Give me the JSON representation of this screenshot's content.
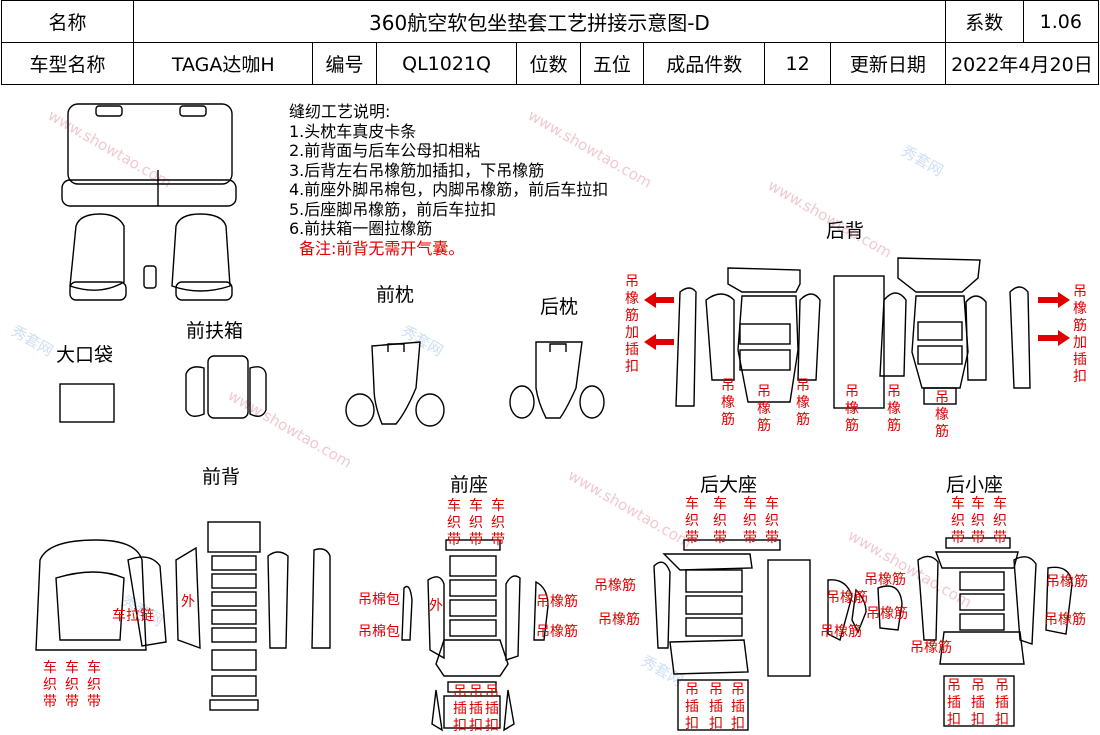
{
  "header": {
    "row1": {
      "name_label": "名称",
      "title": "360航空软包坐垫套工艺拼接示意图-D",
      "coef_label": "系数",
      "coef_value": "1.06"
    },
    "row2": {
      "model_label": "车型名称",
      "model_value": "TAGA达咖H",
      "code_label": "编号",
      "code_value": "QL1021Q",
      "seat_label": "位数",
      "seat_value": "五位",
      "pieces_label": "成品件数",
      "pieces_value": "12",
      "date_label": "更新日期",
      "date_value": "2022年4月20日"
    }
  },
  "notes": {
    "title": "缝纫工艺说明:",
    "items": [
      "1.头枕车真皮卡条",
      "2.前背面与后车公母扣相粘",
      "3.后背左右吊橡筋加插扣，下吊橡筋",
      "4.前座外脚吊棉包，内脚吊橡筋，前后车拉扣",
      "5.后座脚吊橡筋，前后车拉扣",
      "6.前扶箱一圈拉橡筋"
    ],
    "remark": "备注:前背无需开气囊。"
  },
  "sections": {
    "big_pocket": "大口袋",
    "front_armrest": "前扶箱",
    "front_pillow": "前枕",
    "rear_pillow": "后枕",
    "rear_back": "后背",
    "front_back": "前背",
    "front_seat": "前座",
    "rear_big_seat": "后大座",
    "rear_small_seat": "后小座"
  },
  "marks": {
    "hang_rubber_insert": "吊橡筋加插扣",
    "hang_rubber": "吊橡筋",
    "sew_strap": "车织带",
    "zipper": "车拉链",
    "outer": "外",
    "hang_cotton": "吊棉包",
    "hang_insert": "吊插扣"
  },
  "watermark": {
    "text_cn": "秀套网",
    "text_url": "www.showtao.com"
  },
  "colors": {
    "red": "#e00000",
    "line": "#000000"
  }
}
